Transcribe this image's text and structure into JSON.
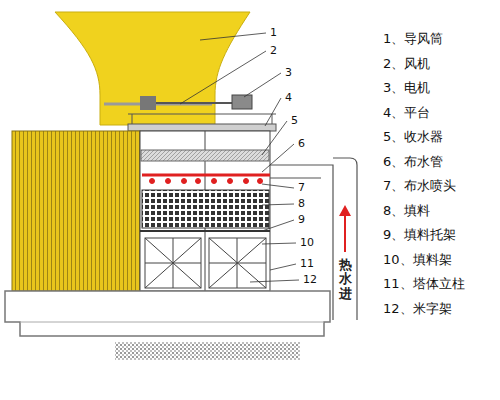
{
  "diagram": {
    "labels": [
      "1",
      "2",
      "3",
      "4",
      "5",
      "6",
      "7",
      "8",
      "9",
      "10",
      "11",
      "12",
      "1、导风筒",
      "2、风机",
      "3、电机",
      "4、平台",
      "5、收水器",
      "6、布水管",
      "7、布水喷头",
      "8、填料",
      "9、填料托架",
      "10、填料架",
      "11、塔体立柱",
      "12、米字架",
      "热水进"
    ]
  }
}
